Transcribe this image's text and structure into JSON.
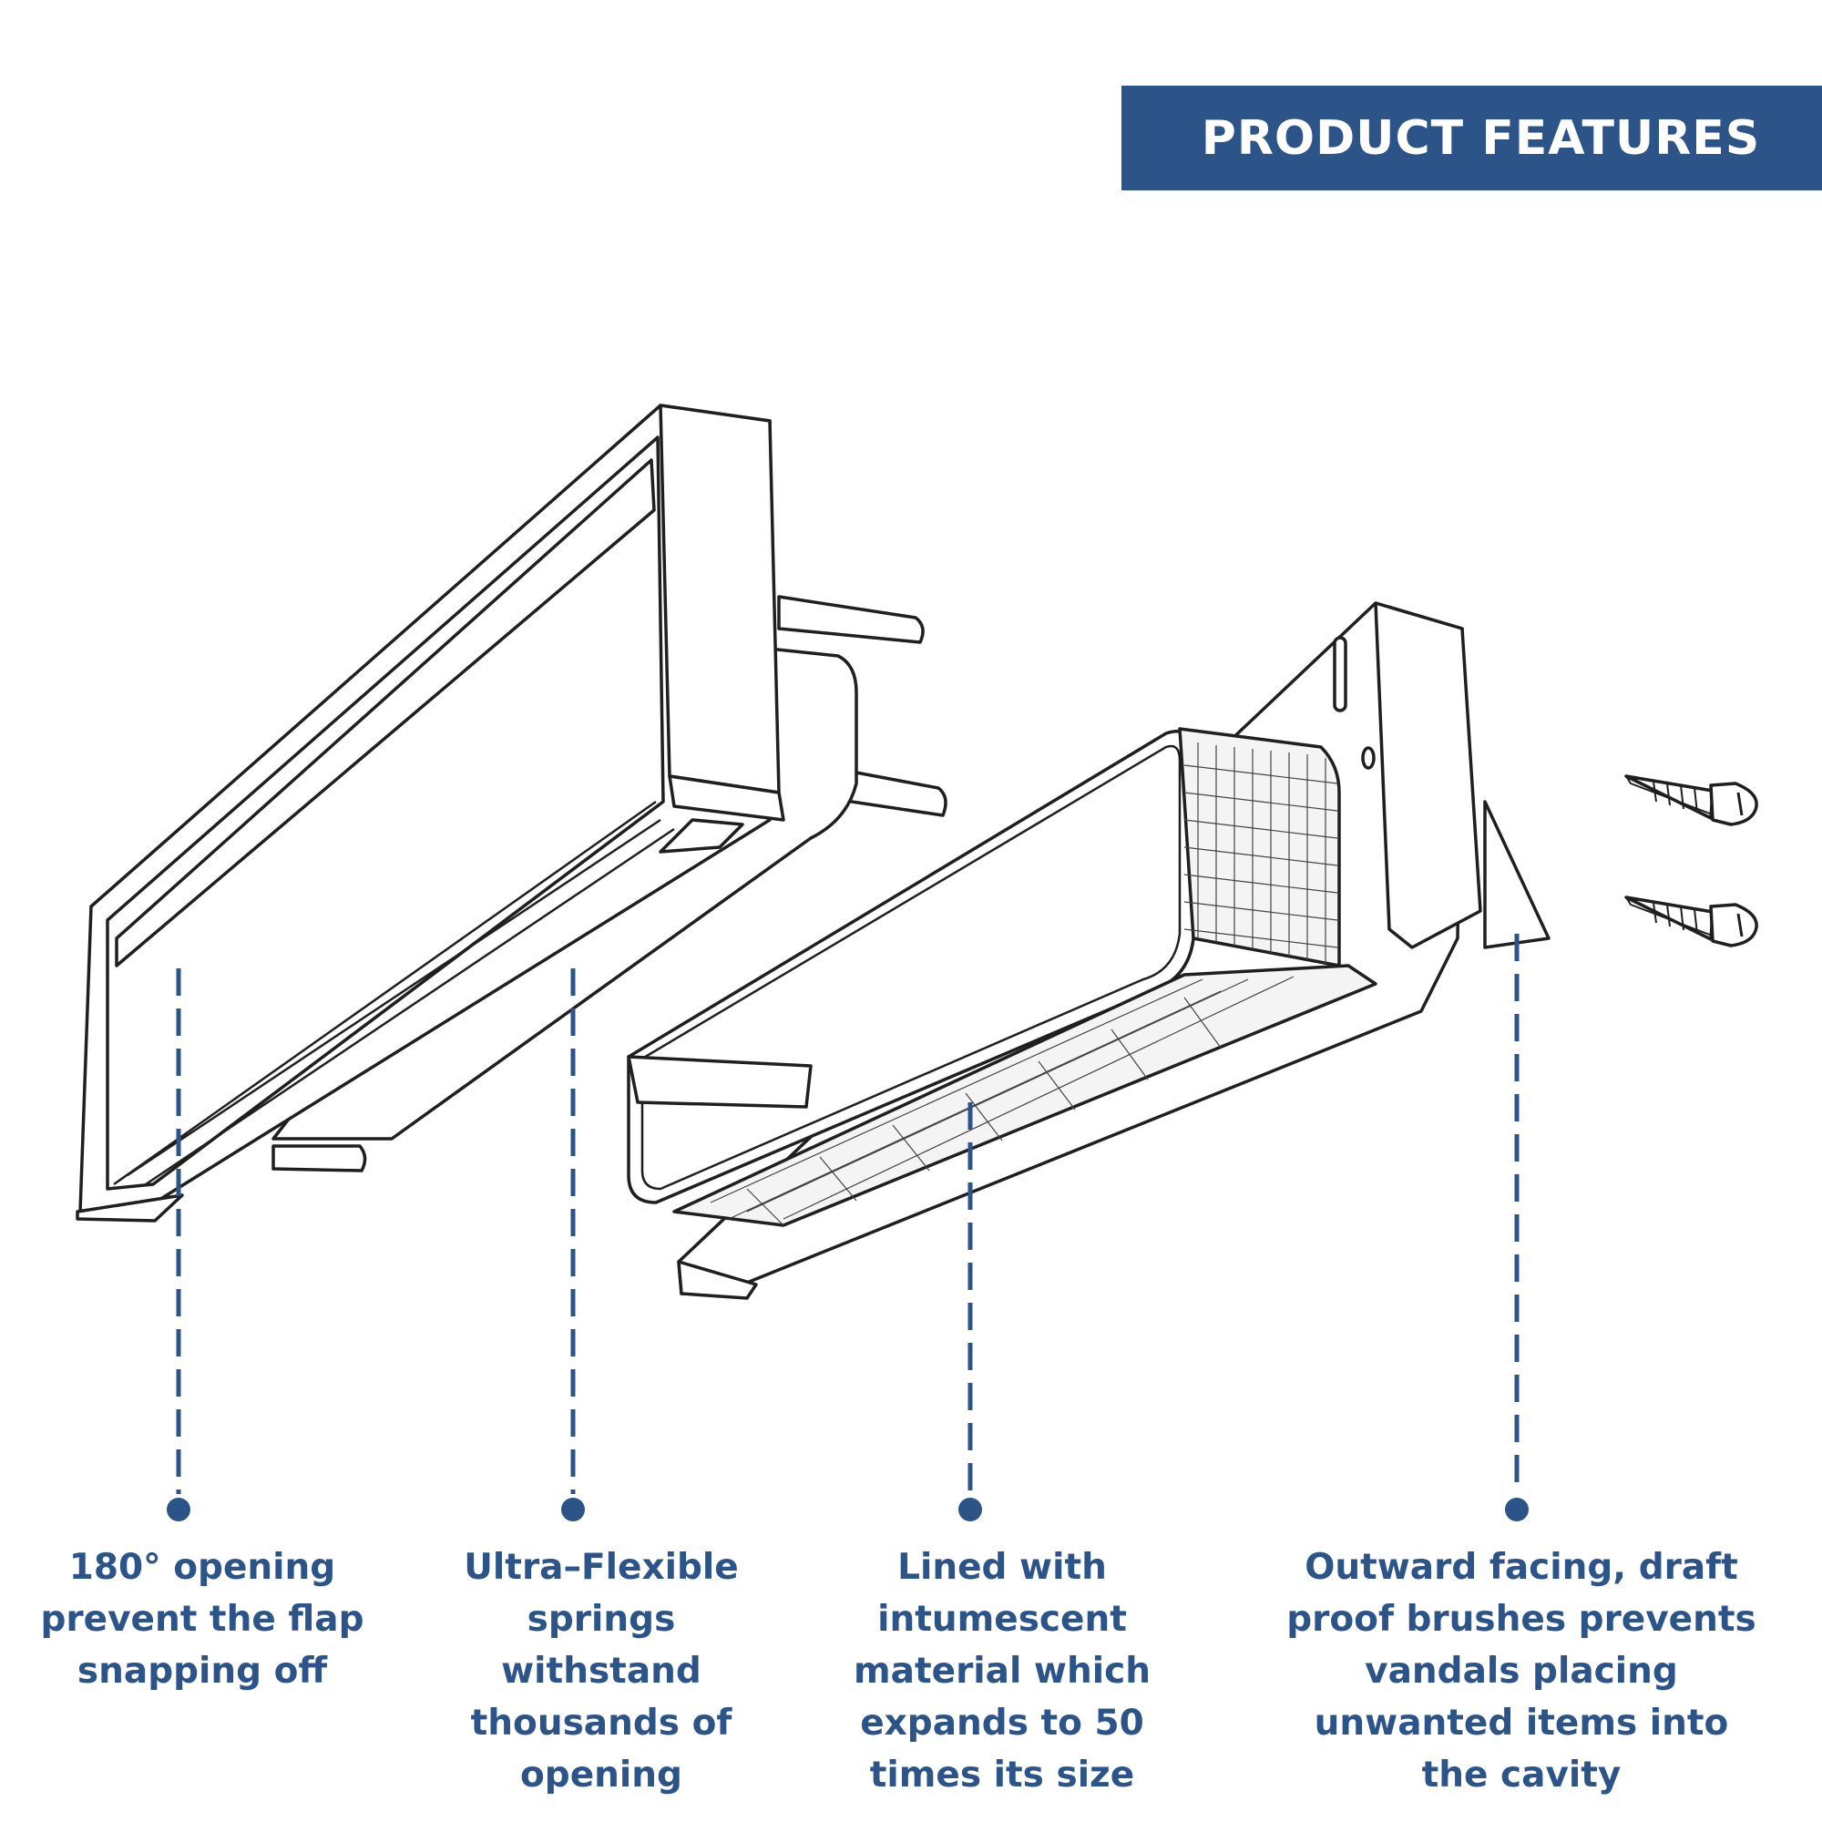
{
  "header": {
    "title": "PRODUCT FEATURES"
  },
  "colors": {
    "accent": "#2C5489",
    "line": "#1f1f1f"
  },
  "features": [
    {
      "label": "180° opening prevent the flap snapping off"
    },
    {
      "label": "Ultra–Flexible springs withstand thousands of opening"
    },
    {
      "label": "Lined with intumescent material which expands to 50 times its size"
    },
    {
      "label": "Outward facing, draft proof brushes prevents vandals placing unwanted items into the cavity"
    }
  ]
}
